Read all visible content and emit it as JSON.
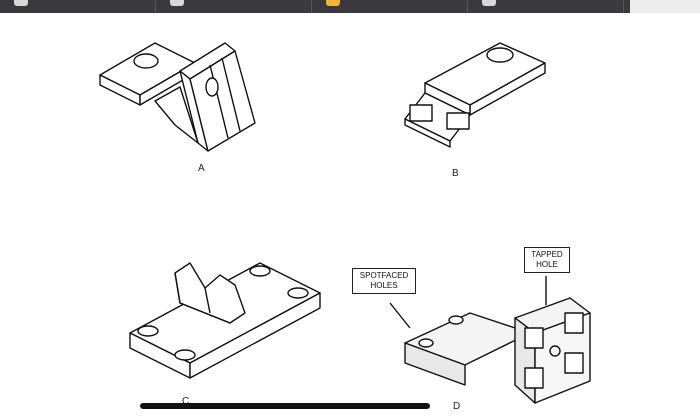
{
  "figure": {
    "labels": {
      "a": "A",
      "b": "B",
      "c": "C",
      "d": "D"
    },
    "callouts": {
      "spotfaced": "SPOTFACED\nHOLES",
      "tapped": "TAPPED\nHOLE"
    }
  }
}
